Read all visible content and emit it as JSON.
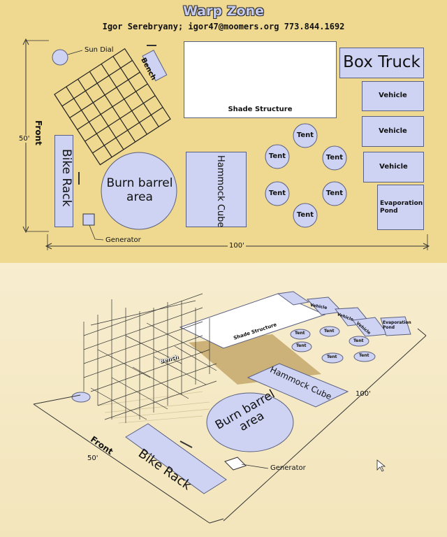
{
  "header": {
    "title": "Warp Zone",
    "subtitle": "Igor Serebryany; igor47@moomers.org  773.844.1692"
  },
  "plan": {
    "sun_dial": "Sun Dial",
    "bench": "Bench",
    "shade_structure": "Shade Structure",
    "box_truck": "Box Truck",
    "vehicle_1": "Vehicle",
    "vehicle_2": "Vehicle",
    "vehicle_3": "Vehicle",
    "evaporation_pond": "Evaporation Pond",
    "tents": [
      "Tent",
      "Tent",
      "Tent",
      "Tent",
      "Tent",
      "Tent"
    ],
    "bike_rack": "Bike Rack",
    "burn_barrel": "Burn barrel area",
    "hammock_cube": "Hammock Cube",
    "generator": "Generator",
    "front": "Front",
    "dim_depth": "50'",
    "dim_width": "100'"
  },
  "perspective": {
    "shade_structure": "Shade Structure",
    "bench": "Bench",
    "vehicle_1": "Vehicle",
    "vehicle_2": "Vehicle",
    "vehicle_3": "Vehicle",
    "evaporation_pond": "Evaporation Pond",
    "tents": [
      "Tent",
      "Tent",
      "Tent",
      "Tent",
      "Tent",
      "Tent"
    ],
    "hammock_cube": "Hammock Cube",
    "burn_barrel": "Burn barrel area",
    "bike_rack": "Bike Rack",
    "generator": "Generator",
    "front": "Front",
    "dim_depth": "50'",
    "dim_width": "100'"
  },
  "colors": {
    "ground_plan": "#efd88f",
    "ground_perspective": "#f5ecce",
    "object_fill": "#ced3f3",
    "outline": "#5a5f80"
  }
}
